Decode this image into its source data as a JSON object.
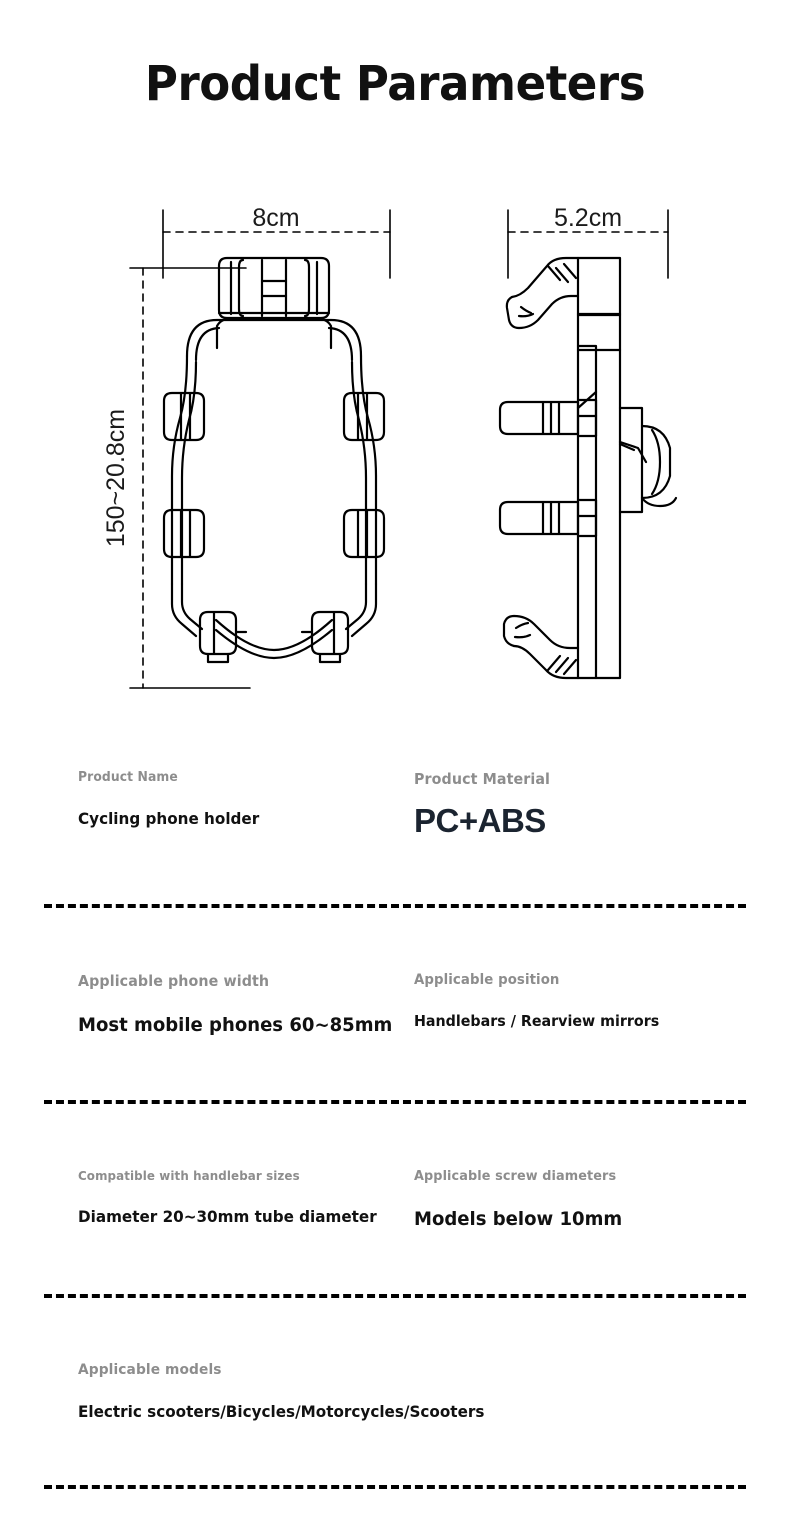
{
  "header": {
    "title": "Product Parameters"
  },
  "diagram": {
    "front_view": {
      "name": "front-view-drawing",
      "width_dimension": "8cm",
      "height_dimension": "150~20.8cm"
    },
    "side_view": {
      "name": "side-view-drawing",
      "depth_dimension": "5.2cm"
    }
  },
  "specs": {
    "rows": [
      {
        "left": {
          "label": "Product Name",
          "value": "Cycling phone holder"
        },
        "right": {
          "label": "Product Material",
          "value": "PC+ABS"
        }
      },
      {
        "left": {
          "label": "Applicable phone width",
          "value": "Most mobile phones 60~85mm"
        },
        "right": {
          "label": "Applicable position",
          "value": "Handlebars / Rearview mirrors"
        }
      },
      {
        "left": {
          "label": "Compatible with handlebar sizes",
          "value": "Diameter 20~30mm tube diameter"
        },
        "right": {
          "label": "Applicable screw diameters",
          "value": "Models below 10mm"
        }
      },
      {
        "left": {
          "label": "Applicable models",
          "value": "Electric scooters/Bicycles/Motorcycles/Scooters"
        },
        "right": {
          "label": "",
          "value": ""
        }
      }
    ]
  },
  "colors": {
    "title": "#111111",
    "label": "#8d8d8d",
    "value": "#111111",
    "material_value": "#1b2430",
    "line": "#000000",
    "background": "#ffffff"
  }
}
